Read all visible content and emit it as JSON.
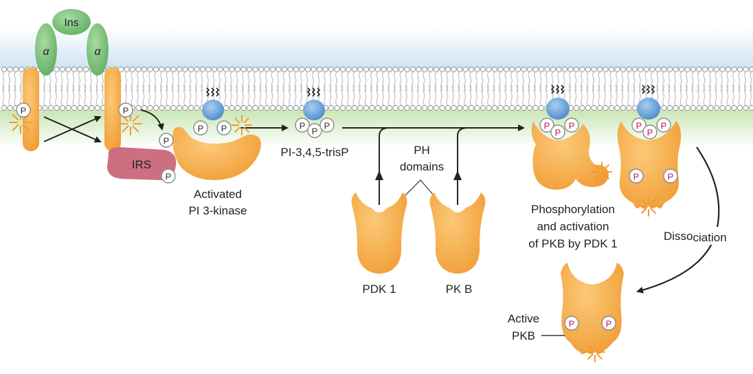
{
  "colors": {
    "membrane_blue": "#cfe3f3",
    "membrane_green": "#c9e6b4",
    "protein_orange": "#f4a94a",
    "insulin_green": "#7cc47f",
    "irs_pink": "#c96a7b",
    "lipid_blue": "#5b9bd5",
    "phosphate_magenta": "#c2185b",
    "arrow": "#222222"
  },
  "labels": {
    "insulin": "Ins",
    "alpha": "α",
    "phosphate": "P",
    "irs": "IRS",
    "activated_pi3k_1": "Activated",
    "activated_pi3k_2": "PI 3-kinase",
    "pip3": "PI-3,4,5-trisP",
    "ph_domains_1": "PH",
    "ph_domains_2": "domains",
    "pdk1": "PDK 1",
    "pkb": "PK B",
    "phosphorylation_1": "Phosphorylation",
    "phosphorylation_2": "and activation",
    "phosphorylation_3": "of PKB by PDK 1",
    "dissociation_a": "Disso",
    "dissociation_b": "ciation",
    "active_pkb_1": "Active",
    "active_pkb_2": "PKB"
  }
}
